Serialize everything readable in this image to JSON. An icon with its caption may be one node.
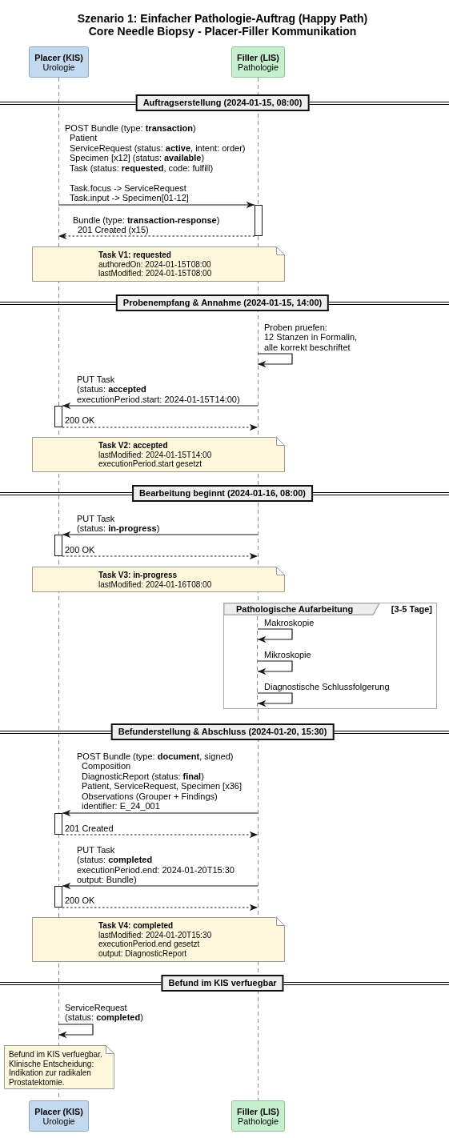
{
  "diagram": {
    "title": "Szenario 1: Einfacher Pathologie-Auftrag (Happy Path) Core Needle Biopsy - Placer-Filler Kommunikation",
    "nodes": [
      {
        "text": [
          "Placer (KIS)",
          "Urologie"
        ]
      },
      {
        "text": [
          "Filler (LIS)",
          "Pathologie"
        ]
      },
      {
        "text": [],
        "shape": "line"
      },
      {
        "text": [],
        "shape": "line"
      },
      {
        "text": [
          "Auftragserstellung (2024-01-15, 08:00)"
        ]
      },
      {
        "text": [],
        "shape": "bar"
      },
      {
        "text": [
          "Task V1: requested",
          "authoredOn: 2024-01-15T08:00 lastModified: 2024-01-15T08:00"
        ]
      },
      {
        "text": [
          "Probenempfang & Annahme (2024-01-15, 14:00)"
        ]
      },
      {
        "text": [],
        "shape": "bar"
      },
      {
        "text": [
          "Task V2: accepted",
          "lastModified: 2024-01-15T14:00 executionPeriod.start gesetzt"
        ]
      },
      {
        "text": [
          "Bearbeitung beginnt (2024-01-16, 08:00)"
        ]
      },
      {
        "text": [],
        "shape": "bar"
      },
      {
        "text": [
          "Task V3: in-progress",
          "lastModified: 2024-01-16T08:00"
        ]
      },
      {
        "text": [
          "Pathologische Aufarbeitung",
          "[3-5 Tage]"
        ]
      },
      {
        "text": [],
        "shape": "line",
        "in": 13
      },
      {
        "text": [],
        "shape": "line"
      },
      {
        "text": [
          "Befunderstellung & Abschluss (2024-01-20, 15:30)"
        ]
      },
      {
        "text": [],
        "shape": "bar"
      },
      {
        "text": [],
        "shape": "bar"
      },
      {
        "text": [
          "Task V4: completed",
          "lastModified: 2024-01-20T15:30 executionPeriod.end gesetzt output: DiagnosticReport"
        ]
      },
      {
        "text": [
          "Befund im KIS verfuegbar"
        ]
      },
      {
        "text": [
          "Befund im KIS verfuegbar. Klinische Entscheidung: Indikation zur radikalen Prostatektomie."
        ]
      },
      {
        "text": [
          "Placer (KIS)",
          "Urologie"
        ]
      },
      {
        "text": [
          "Filler (LIS)",
          "Pathologie"
        ]
      }
    ],
    "edges": [
      {
        "from": 2,
        "to": 5,
        "arrow": "to",
        "label": "POST Bundle (type: **transaction**) Patient ServiceRequest (status: **active**, intent: order) Specimen [x12] (status: **available**) Task (status: **requested**, code: fulfill) Task.focus -> ServiceRequest Task.input -> Specimen[01-12]"
      },
      {
        "from": 5,
        "to": 2,
        "arrow": "to",
        "style": "dashed",
        "label": "Bundle (type: **transaction-response**) 201 Created (x15)"
      },
      {
        "from": 3,
        "to": 3,
        "arrow": "to",
        "label": "Proben pruefen: 12 Stanzen in Formalin, alle korrekt beschriftet"
      },
      {
        "from": 3,
        "to": 8,
        "arrow": "to",
        "label": "PUT Task (status: **accepted** executionPeriod.start: 2024-01-15T14:00)"
      },
      {
        "from": 8,
        "to": 3,
        "arrow": "to",
        "style": "dashed",
        "label": "200 OK"
      },
      {
        "from": 3,
        "to": 11,
        "arrow": "to",
        "label": "PUT Task (status: **in-progress**)"
      },
      {
        "from": 11,
        "to": 3,
        "arrow": "to",
        "style": "dashed",
        "label": "200 OK"
      },
      {
        "from": 14,
        "to": 14,
        "arrow": "to",
        "label": "Makroskopie"
      },
      {
        "from": 14,
        "to": 14,
        "arrow": "to",
        "label": "Mikroskopie"
      },
      {
        "from": 14,
        "to": 14,
        "arrow": "to",
        "label": "Diagnostische Schlussfolgerung"
      },
      {
        "from": 15,
        "to": 17,
        "arrow": "to",
        "label": "POST Bundle (type: **document**, signed) Composition DiagnosticReport (status: **final**) Patient, ServiceRequest, Specimen [x36] Observations (Grouper + Findings) identifier: E_24_001"
      },
      {
        "from": 17,
        "to": 15,
        "arrow": "to",
        "style": "dashed",
        "label": "201 Created"
      },
      {
        "from": 15,
        "to": 18,
        "arrow": "to",
        "label": "PUT Task (status: **completed** executionPeriod.end: 2024-01-20T15:30 output: Bundle)"
      },
      {
        "from": 18,
        "to": 15,
        "arrow": "to",
        "style": "dashed",
        "label": "200 OK"
      },
      {
        "from": 2,
        "to": 2,
        "arrow": "to",
        "label": "ServiceRequest (status: **completed**)"
      }
    ]
  }
}
